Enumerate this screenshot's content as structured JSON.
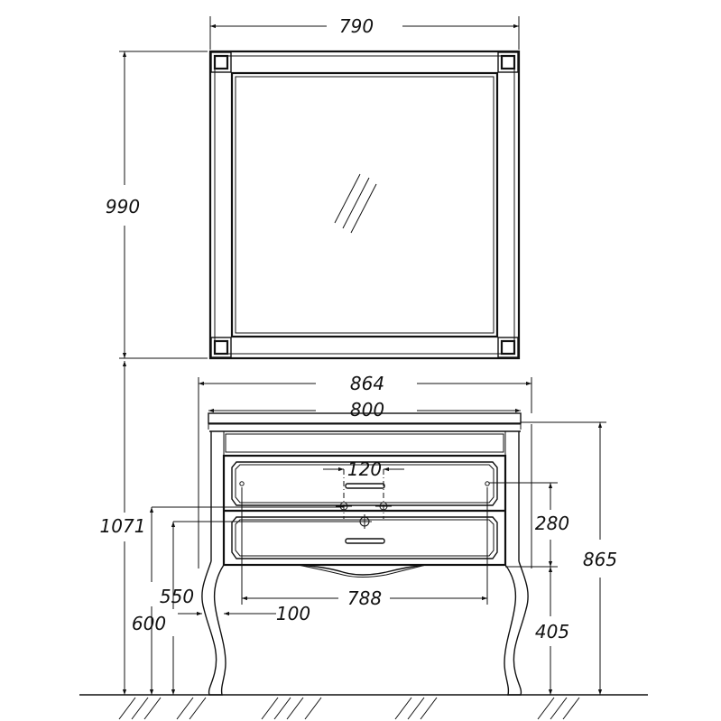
{
  "drawing": {
    "mirror_width": "790",
    "mirror_height": "990",
    "cabinet_width": "864",
    "basin_width": "800",
    "tap_spacing": "120",
    "total_height": "1071",
    "drawer_height": "280",
    "cabinet_height": "865",
    "outlet_height": "550",
    "inlet_height": "600",
    "inlet_offset": "100",
    "drawer_width": "788",
    "leg_height": "405"
  }
}
